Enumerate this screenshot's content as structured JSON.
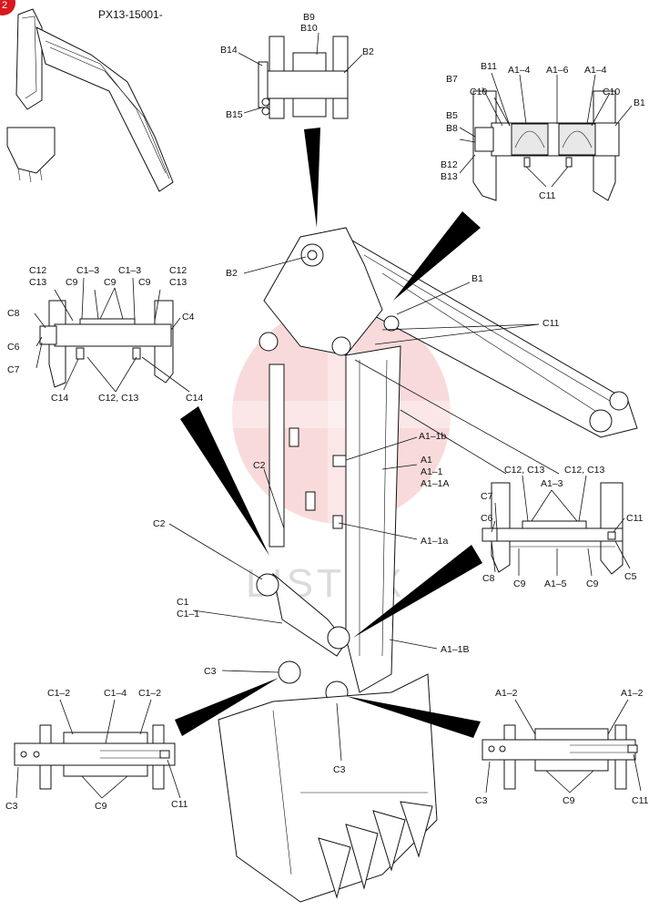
{
  "figure_code": "PX13-15001-",
  "corner_badge": "2",
  "watermark": "LISTEX",
  "labels": {
    "b9": "B9",
    "b10": "B10",
    "b14": "B14",
    "b2_top": "B2",
    "b15": "B15",
    "b11": "B11",
    "a1_4a": "A1–4",
    "a1_6": "A1–6",
    "a1_4b": "A1–4",
    "b7": "B7",
    "c10a": "C10",
    "c10b": "C10",
    "b1_inset": "B1",
    "b5": "B5",
    "b8": "B8",
    "b12": "B12",
    "b13": "B13",
    "c11_b": "C11",
    "b2_main": "B2",
    "b1_main": "B1",
    "c11_main": "C11",
    "c12_l": "C12",
    "c13_l": "C13",
    "c1_3a": "C1–3",
    "c1_3b": "C1–3",
    "c12_r": "C12",
    "c13_r": "C13",
    "c9a": "C9",
    "c9b": "C9",
    "c9c": "C9",
    "c8_l": "C8",
    "c4": "C4",
    "c6_l": "C6",
    "c7_l": "C7",
    "c14a": "C14",
    "c12c13_l": "C12, C13",
    "c14b": "C14",
    "a1_1b": "A1–1b",
    "a1": "A1",
    "a1_1": "A1–1",
    "a1_1a_cap": "A1–1A",
    "c2a": "C2",
    "c2b": "C2",
    "a1_1a": "A1–1a",
    "c12c13_ra": "C12, C13",
    "c12c13_rb": "C12, C13",
    "a1_3": "A1–3",
    "c7_r": "C7",
    "c6_r": "C6",
    "c11_r": "C11",
    "c8_r": "C8",
    "c9_ra": "C9",
    "a1_5": "A1–5",
    "c9_rb": "C9",
    "c5": "C5",
    "c1": "C1",
    "c1_1": "C1–1",
    "a1_1b_cap": "A1–1B",
    "c3_main": "C3",
    "c3_bottom": "C3",
    "c1_2a": "C1–2",
    "c1_4": "C1–4",
    "c1_2b": "C1–2",
    "c3_bl": "C3",
    "c9_bl": "C9",
    "c11_bl": "C11",
    "a1_2a": "A1–2",
    "a1_2b": "A1–2",
    "c3_br": "C3",
    "c9_br": "C9",
    "c11_br": "C11"
  }
}
